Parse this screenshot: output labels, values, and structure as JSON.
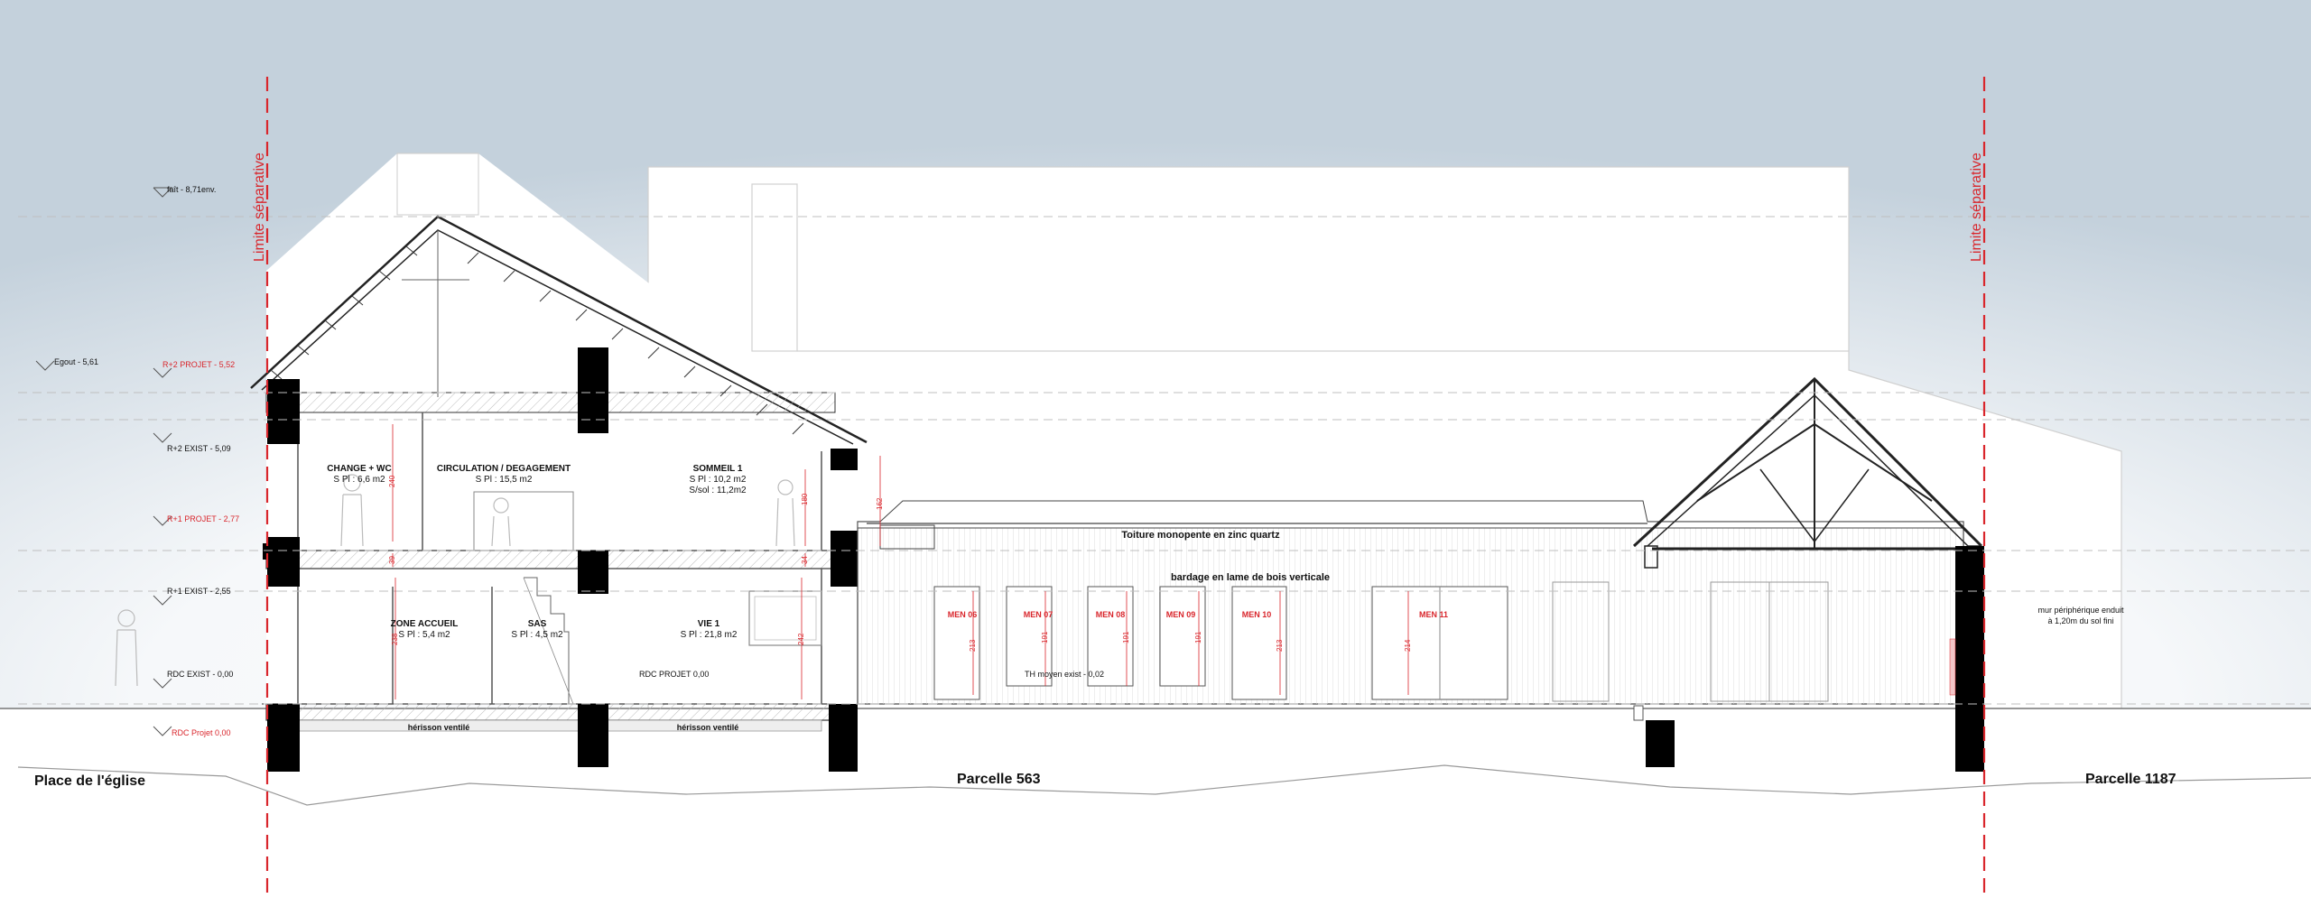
{
  "limits": {
    "left_label": "Limite séparative",
    "right_label": "Limite séparative"
  },
  "levels": {
    "faitage": "faît - 8,71env.",
    "egout": "Egout - 5,61",
    "r2_projet": "R+2 PROJET - 5,52",
    "r2_exist": "R+2 EXIST - 5,09",
    "r1_projet": "R+1 PROJET - 2,77",
    "r1_exist": "R+1 EXIST - 2,55",
    "rdc_exist": "RDC EXIST - 0,00",
    "rdc_projet": "RDC Projet 0,00",
    "rdc_projet_inner": "RDC PROJET 0,00",
    "th_moyen": "TH moyen exist - 0,02"
  },
  "rooms": [
    {
      "name": "CHANGE + WC",
      "area": "S Pl : 6,6 m2",
      "extra": ""
    },
    {
      "name": "CIRCULATION / DEGAGEMENT",
      "area": "S Pl : 15,5 m2",
      "extra": ""
    },
    {
      "name": "SOMMEIL 1",
      "area": "S Pl : 10,2 m2",
      "extra": "S/sol : 11,2m2"
    },
    {
      "name": "ZONE ACCUEIL",
      "area": "S Pl : 5,4 m2",
      "extra": ""
    },
    {
      "name": "SAS",
      "area": "S Pl : 4,5 m2",
      "extra": ""
    },
    {
      "name": "VIE 1",
      "area": "S Pl : 21,8 m2",
      "extra": ""
    }
  ],
  "annotations": {
    "roof": "Toiture monopente en zinc quartz",
    "cladding": "bardage en lame de bois verticale",
    "wall": "mur périphérique enduit",
    "wall_sub": "à 1,20m du sol fini",
    "herisson_1": "hérisson ventilé",
    "herisson_2": "hérisson ventilé"
  },
  "openings": [
    "MEN 06",
    "MEN 07",
    "MEN 08",
    "MEN 09",
    "MEN 10",
    "MEN 11"
  ],
  "dimensions": [
    "240",
    "39",
    "180",
    "162",
    "34",
    "238",
    "242",
    "213",
    "191",
    "191",
    "191",
    "213",
    "214"
  ],
  "parcels": {
    "left": "Place de l'église",
    "middle": "Parcelle 563",
    "right": "Parcelle 1187"
  },
  "colors": {
    "limit_line": "#d9262c",
    "sky_gradient_top": "#c9d5df"
  }
}
